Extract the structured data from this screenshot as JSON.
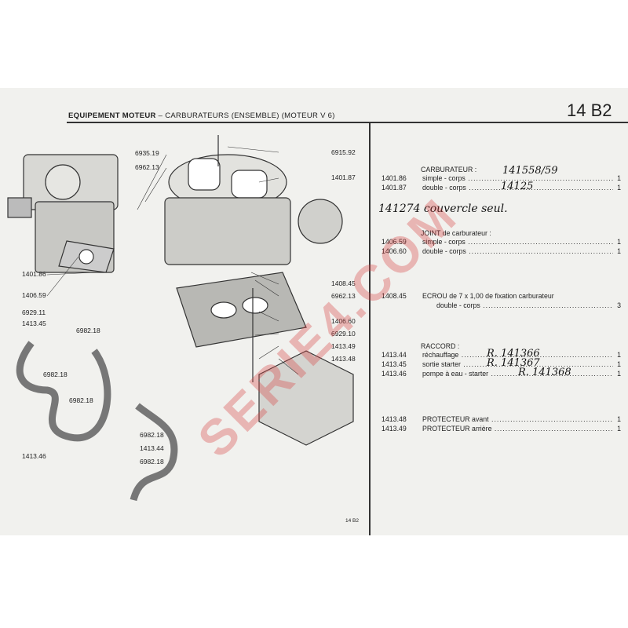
{
  "header": {
    "section": "EQUIPEMENT MOTEUR",
    "separator": "–",
    "title": "CARBURATEURS (ENSEMBLE) (MOTEUR V 6)",
    "page_code": "14 B2"
  },
  "diagram_labels": {
    "l1": "6935.19",
    "l2": "6962.13",
    "l3": "1401.86",
    "l4": "1406.59",
    "l5": "6929.11",
    "l6": "1413.45",
    "l7": "6982.18",
    "l8": "6982.18",
    "l9": "6982.18",
    "l10": "1413.46",
    "l11": "6982.18",
    "l12": "1413.44",
    "l13": "6982.18",
    "r1": "6915.92",
    "r2": "1401.87",
    "r3": "1408.45",
    "r4": "6962.13",
    "r5": "1406.60",
    "r6": "6929.10",
    "r7": "1413.49",
    "r8": "1413.48"
  },
  "parts": {
    "carburateur": {
      "heading": "CARBURATEUR :",
      "items": [
        {
          "ref": "1401.86",
          "desc": "simple - corps",
          "qty": "1",
          "note": "141558/59"
        },
        {
          "ref": "1401.87",
          "desc": "double - corps",
          "qty": "1",
          "note": "14125"
        }
      ],
      "note": "141274 couvercle seul."
    },
    "joint": {
      "heading": "JOINT de carburateur :",
      "items": [
        {
          "ref": "1406.59",
          "desc": "simple - corps",
          "qty": "1"
        },
        {
          "ref": "1406.60",
          "desc": "double - corps",
          "qty": "1"
        }
      ]
    },
    "ecrou": {
      "ref": "1408.45",
      "desc": "ECROU de 7 x 1,00 de fixation carburateur",
      "desc2": "double - corps",
      "qty": "3"
    },
    "raccord": {
      "heading": "RACCORD :",
      "items": [
        {
          "ref": "1413.44",
          "desc": "réchauffage",
          "qty": "1",
          "note": "R. 141366"
        },
        {
          "ref": "1413.45",
          "desc": "sortie starter",
          "qty": "1",
          "note": "R. 141367"
        },
        {
          "ref": "1413.46",
          "desc": "pompe à eau - starter",
          "qty": "1",
          "note": "R. 141368"
        }
      ]
    },
    "protecteur": {
      "items": [
        {
          "ref": "1413.48",
          "desc": "PROTECTEUR avant",
          "qty": "1"
        },
        {
          "ref": "1413.49",
          "desc": "PROTECTEUR arrière",
          "qty": "1"
        }
      ]
    }
  },
  "watermark": "SERIE4.COM",
  "footer_code": "14 B2"
}
